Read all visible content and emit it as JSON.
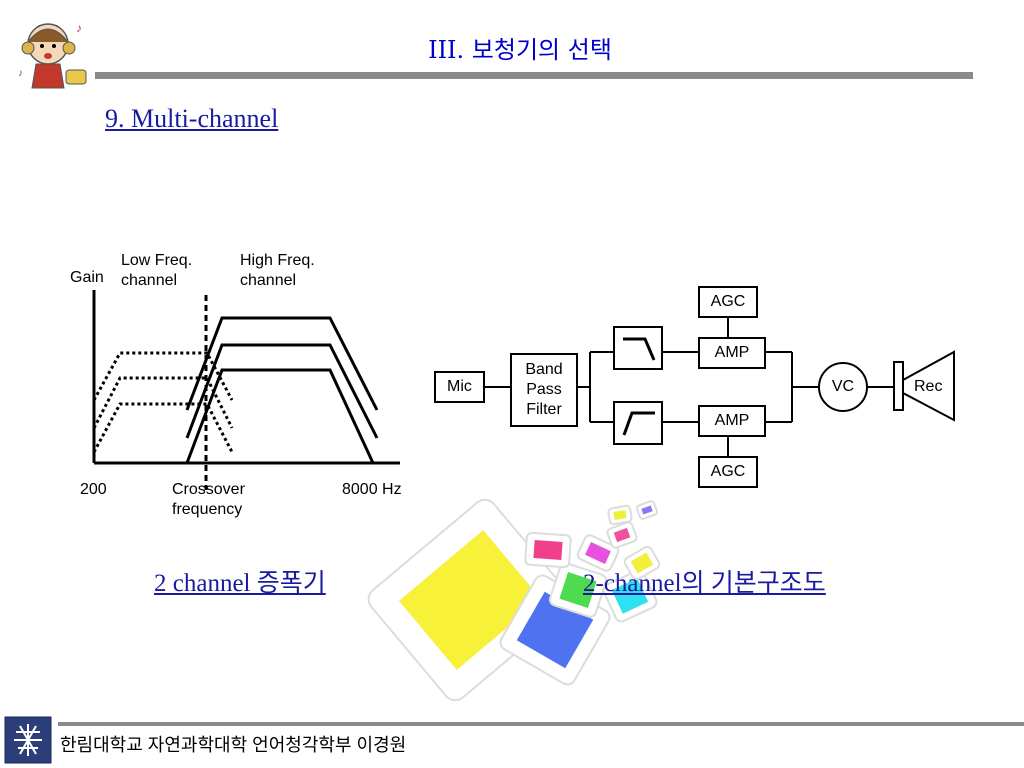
{
  "header": {
    "title": "III. 보청기의 선택",
    "subtitle": "9. Multi-channel"
  },
  "gain_graph": {
    "y_label": "Gain",
    "low_channel_label_line1": "Low Freq.",
    "low_channel_label_line2": "channel",
    "high_channel_label_line1": "High Freq.",
    "high_channel_label_line2": "channel",
    "x_start_label": "200",
    "crossover_label_line1": "Crossover",
    "crossover_label_line2": "frequency",
    "x_end_label": "8000 Hz"
  },
  "block_diagram": {
    "mic": "Mic",
    "bpf_line1": "Band",
    "bpf_line2": "Pass",
    "bpf_line3": "Filter",
    "agc_top": "AGC",
    "amp_top": "AMP",
    "amp_bottom": "AMP",
    "agc_bottom": "AGC",
    "vc": "VC",
    "rec": "Rec"
  },
  "captions": {
    "left": "2 channel 증폭기",
    "right": "2-channel의 기본구조도"
  },
  "footer": {
    "text": "한림대학교 자연과학대학 언어청각학부 이경원"
  },
  "colors": {
    "title_blue": "#0000cc",
    "caption_blue": "#1a1aa0",
    "bar_gray": "#8a8a8a"
  }
}
